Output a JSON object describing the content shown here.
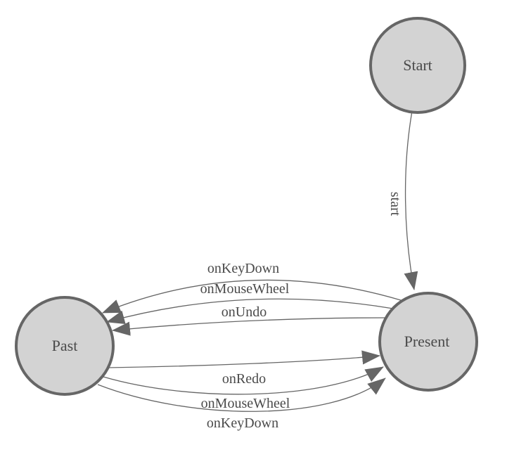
{
  "diagram": {
    "type": "state-machine",
    "background": "#ffffff",
    "node_fill": "#d3d3d3",
    "node_stroke": "#666666",
    "edge_color": "#666666",
    "label_color": "#4a4a4a",
    "nodes": {
      "start": {
        "label": "Start"
      },
      "present": {
        "label": "Present"
      },
      "past": {
        "label": "Past"
      }
    },
    "edges": {
      "start_to_present": {
        "from": "Start",
        "to": "Present",
        "label": "start"
      },
      "present_to_past_keydown": {
        "from": "Present",
        "to": "Past",
        "label": "onKeyDown"
      },
      "present_to_past_mousewheel": {
        "from": "Present",
        "to": "Past",
        "label": "onMouseWheel"
      },
      "present_to_past_undo": {
        "from": "Present",
        "to": "Past",
        "label": "onUndo"
      },
      "past_to_present_redo": {
        "from": "Past",
        "to": "Present",
        "label": "onRedo"
      },
      "past_to_present_mousewheel": {
        "from": "Past",
        "to": "Present",
        "label": "onMouseWheel"
      },
      "past_to_present_keydown": {
        "from": "Past",
        "to": "Present",
        "label": "onKeyDown"
      }
    }
  }
}
